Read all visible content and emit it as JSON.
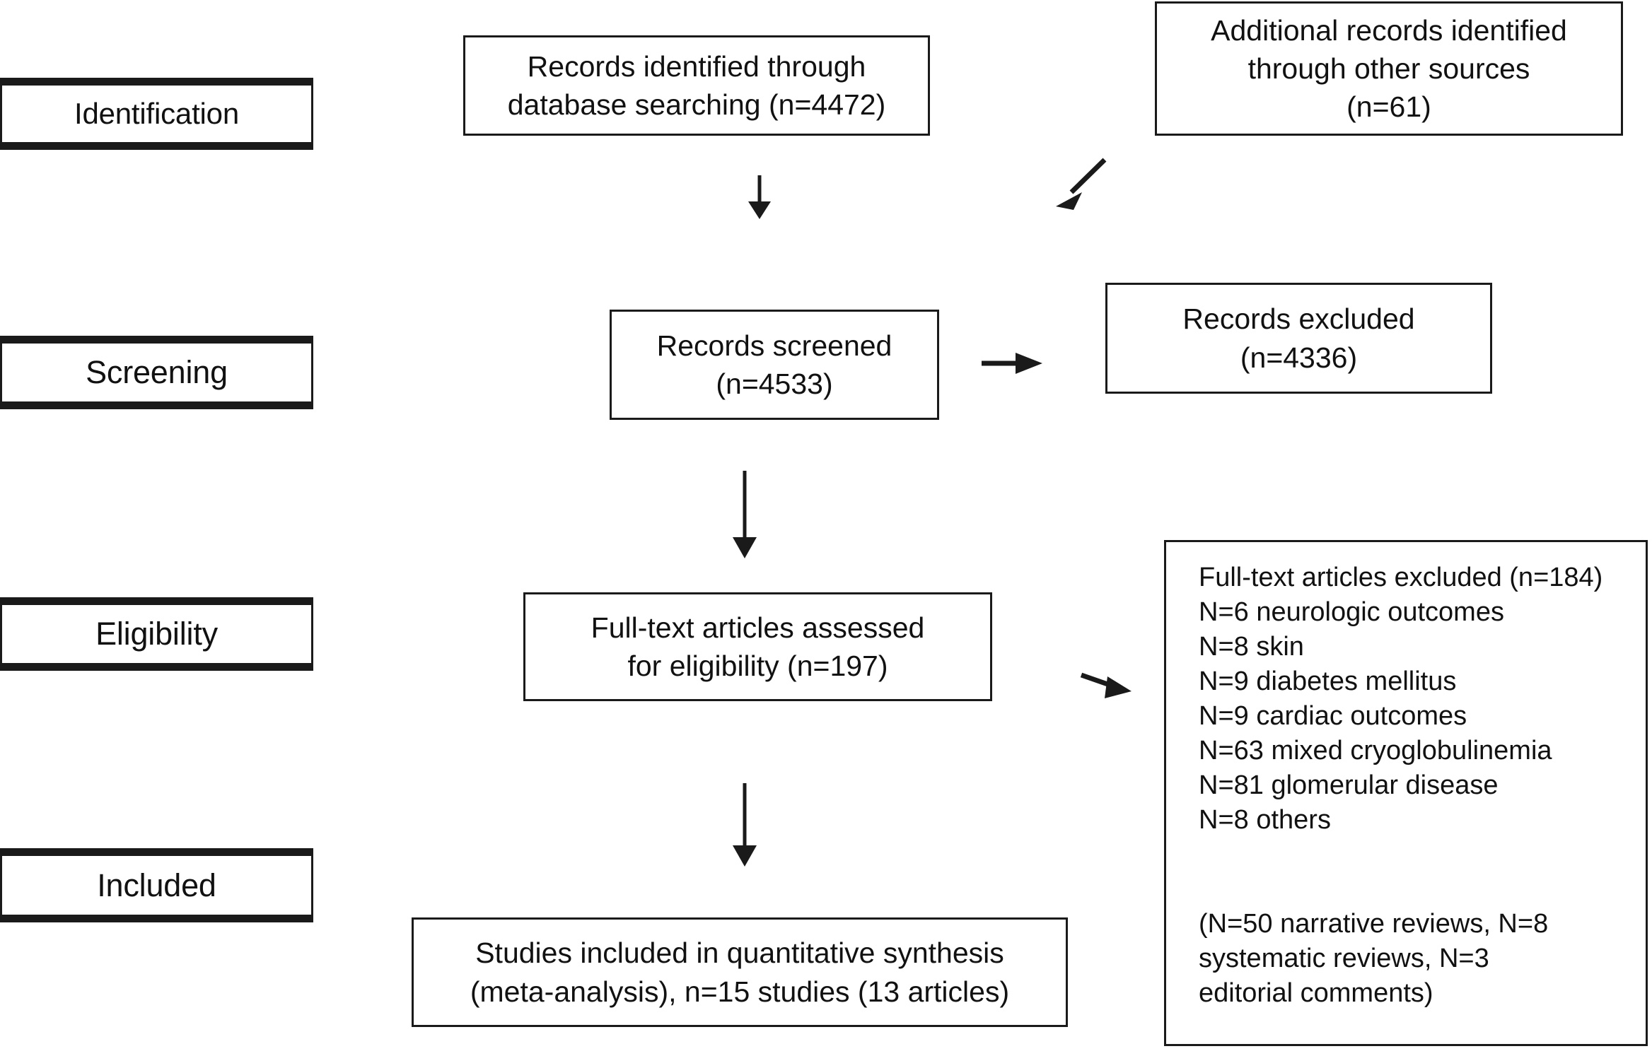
{
  "diagram": {
    "type": "prisma-flow-diagram",
    "stages": [
      {
        "name": "identification",
        "label": "Identification"
      },
      {
        "name": "screening",
        "label": "Screening"
      },
      {
        "name": "eligibility",
        "label": "Eligibility"
      },
      {
        "name": "included",
        "label": "Included"
      }
    ],
    "boxes": {
      "database_search": "Records identified through\ndatabase searching (n=4472)",
      "other_sources": "Additional records identified\nthrough other sources\n(n=61)",
      "records_screened": "Records screened\n(n=4533)",
      "records_excluded": "Records excluded\n(n=4336)",
      "fulltext_assessed": "Full-text articles assessed\nfor eligibility (n=197)",
      "fulltext_excluded": "Full-text articles excluded (n=184)\nN=6 neurologic outcomes\nN=8 skin\nN=9 diabetes mellitus\nN=9  cardiac outcomes\nN=63 mixed cryoglobulinemia\nN=81 glomerular disease\nN=8 others\n\n\n(N=50 narrative reviews, N=8\nsystematic reviews, N=3\neditorial comments)",
      "included_synthesis": "Studies included in quantitative synthesis\n(meta-analysis), n=15 studies (13 articles)"
    },
    "counts": {
      "database_searching": 4472,
      "other_sources": 61,
      "records_screened": 4533,
      "records_excluded": 4336,
      "fulltext_assessed": 197,
      "fulltext_excluded": 184,
      "excluded_neurologic_outcomes": 6,
      "excluded_skin": 8,
      "excluded_diabetes_mellitus": 9,
      "excluded_cardiac_outcomes": 9,
      "excluded_mixed_cryoglobulinemia": 63,
      "excluded_glomerular_disease": 81,
      "excluded_others": 8,
      "narrative_reviews": 50,
      "systematic_reviews": 8,
      "editorial_comments": 3,
      "included_studies": 15,
      "included_articles": 13
    },
    "arrows": [
      {
        "name": "arrow-database-to-screened",
        "kind": "vertical-down"
      },
      {
        "name": "arrow-other-sources-to-screened",
        "kind": "diagonal-down-left"
      },
      {
        "name": "arrow-screened-to-excluded",
        "kind": "horizontal-right"
      },
      {
        "name": "arrow-screened-to-fulltext",
        "kind": "vertical-down"
      },
      {
        "name": "arrow-fulltext-to-excluded",
        "kind": "diagonal-down-right"
      },
      {
        "name": "arrow-fulltext-to-included",
        "kind": "vertical-down"
      }
    ],
    "colors": {
      "stroke": "#1a1a1a",
      "text": "#111111",
      "background": "#ffffff"
    }
  }
}
